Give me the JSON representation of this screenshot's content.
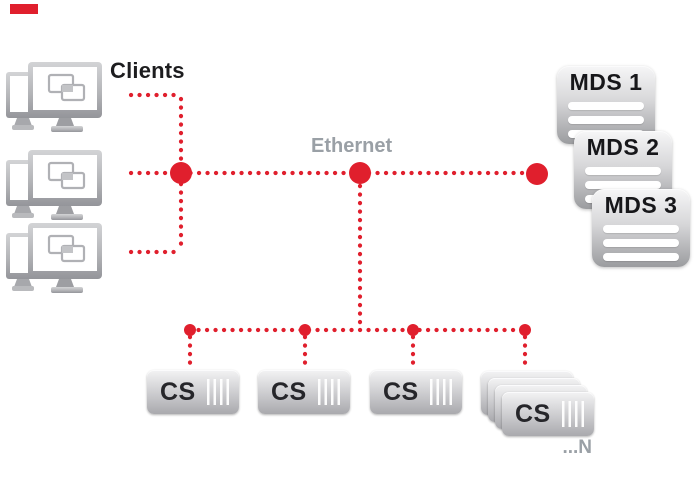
{
  "colors": {
    "accent_red": "#e01f2d",
    "label_gray": "#9aa0a6",
    "text_black": "#1d1d1f"
  },
  "clients": {
    "label": "Clients",
    "count": 3
  },
  "network": {
    "label": "Ethernet"
  },
  "mds": {
    "items": [
      {
        "label": "MDS 1"
      },
      {
        "label": "MDS 2"
      },
      {
        "label": "MDS 3"
      }
    ]
  },
  "cs": {
    "items": [
      {
        "label": "CS"
      },
      {
        "label": "CS"
      },
      {
        "label": "CS"
      },
      {
        "label": "CS"
      }
    ],
    "more_label": "...N"
  }
}
